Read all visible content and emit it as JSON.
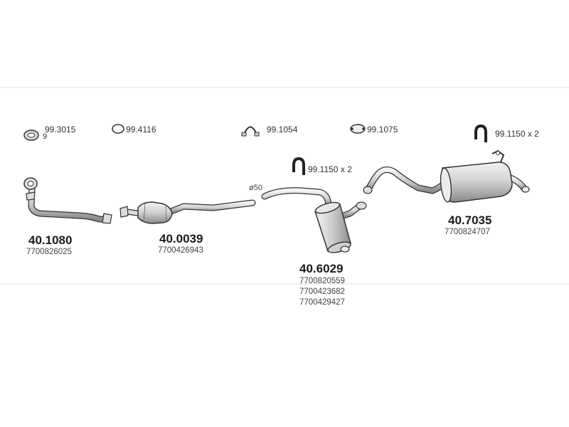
{
  "hardware": [
    {
      "code": "99.3015",
      "icon": "gasket-ring-icon"
    },
    {
      "code": "99.4116",
      "icon": "oval-gasket-icon"
    },
    {
      "code": "99.1054",
      "icon": "clamp-icon"
    },
    {
      "code": "99.1075",
      "icon": "flange-gasket-icon"
    },
    {
      "code": "99.1150 x 2",
      "icon": "rubber-hanger-icon"
    },
    {
      "code": "99.1150 x 2",
      "icon": "rubber-hanger-icon"
    }
  ],
  "hardware_cut_glyph": "9",
  "diameter_label": "ø50",
  "parts": [
    {
      "number": "40.1080",
      "oem": [
        "7700826025"
      ]
    },
    {
      "number": "40.0039",
      "oem": [
        "7700426943"
      ]
    },
    {
      "number": "40.6029",
      "oem": [
        "7700820559",
        "7700423682",
        "7700429427"
      ]
    },
    {
      "number": "40.7035",
      "oem": [
        "7700824707"
      ]
    }
  ],
  "colors": {
    "line": "#333333",
    "metal_light": "#e6e6e6",
    "metal_dark": "#9a9a9a"
  }
}
